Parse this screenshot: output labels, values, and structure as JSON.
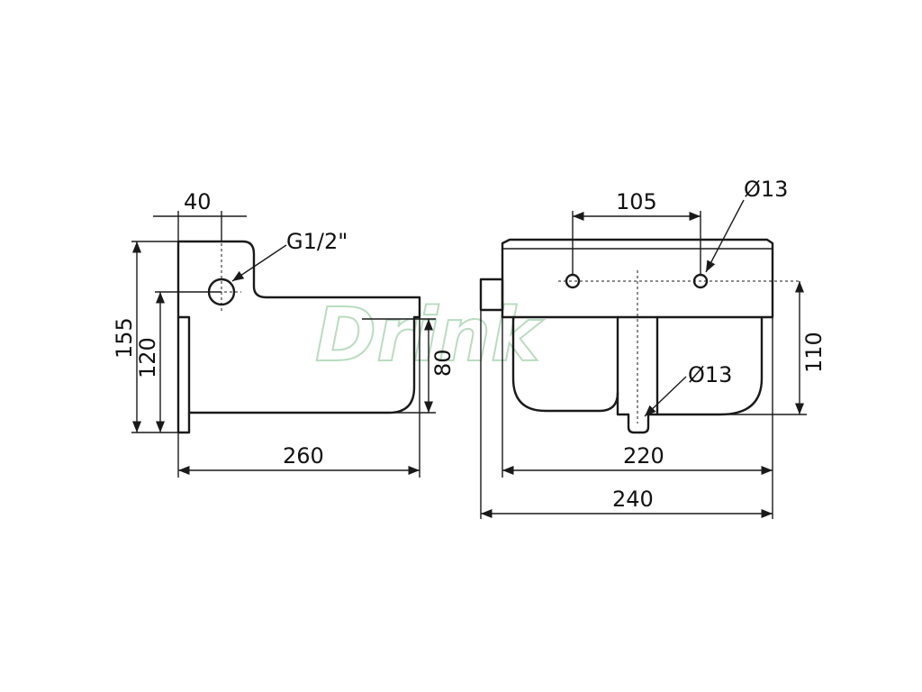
{
  "watermark": "Drink",
  "side_view": {
    "dims": {
      "top_width": "40",
      "thread": "G1/2\"",
      "total_height": "155",
      "inlet_height": "120",
      "bowl_depth": "80",
      "length": "260"
    }
  },
  "front_view": {
    "dims": {
      "hole_spacing": "105",
      "hole_dia_top": "Ø13",
      "hole_dia_bottom": "Ø13",
      "bowl_height": "110",
      "bowl_width": "220",
      "overall_width": "240"
    }
  }
}
